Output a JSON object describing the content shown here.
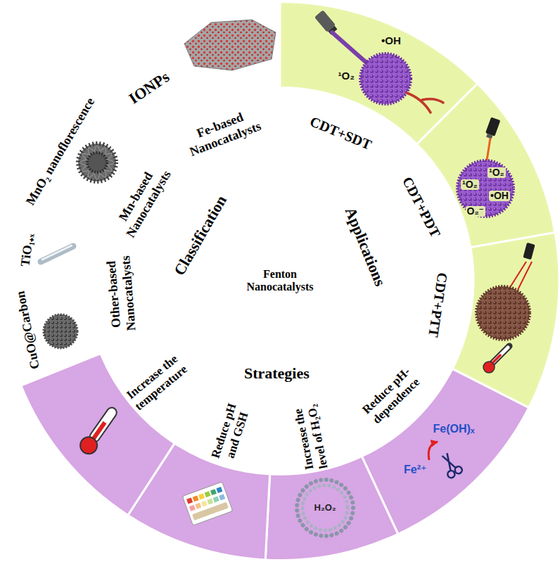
{
  "diagram": {
    "nodes": [
      {
        "text": [
          "Fenton Nanocatalysts"
        ]
      },
      {
        "text": [
          "Classification"
        ]
      },
      {
        "text": [
          "Applications"
        ]
      },
      {
        "text": [
          "Strategies"
        ]
      },
      {
        "text": [
          "Fe-based Nanocatalysts"
        ]
      },
      {
        "text": [
          "Mn-based Nanocatalysts"
        ]
      },
      {
        "text": [
          "Other-based Nanocatalysts"
        ]
      },
      {
        "text": [
          "CDT+SDT"
        ]
      },
      {
        "text": [
          "CDT+PDT"
        ]
      },
      {
        "text": [
          "CDT+PTT"
        ]
      },
      {
        "text": [
          "Reduce pH-dependence"
        ]
      },
      {
        "text": [
          "Increase the level of H₂O₂"
        ]
      },
      {
        "text": [
          "Reduce pH and GSH"
        ]
      },
      {
        "text": [
          "Increase the temperature"
        ]
      },
      {
        "text": [
          "IONPs"
        ]
      },
      {
        "text": [
          "MnO₂ nanoflorescence"
        ]
      },
      {
        "text": [
          "TiO₁₊ₓ",
          "CuO@Carbon"
        ]
      }
    ],
    "labels": [
      "•OH",
      "¹O₂",
      "¹O₂",
      "¹O₂",
      "•OH",
      "O₂⁻",
      "Fe(OH)ₓ",
      "Fe²⁺",
      "H₂O₂"
    ]
  }
}
